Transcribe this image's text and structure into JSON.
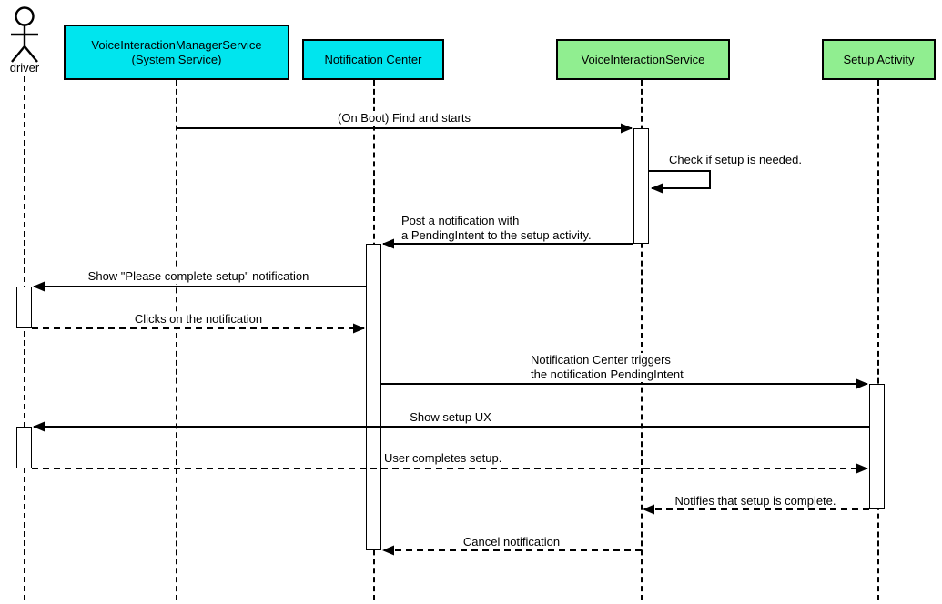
{
  "diagram_type": "uml-sequence-diagram",
  "actor": {
    "label": "driver"
  },
  "participants": [
    {
      "name": "VoiceInteractionManagerService (System Service)",
      "label": "VoiceInteractionManagerService\n(System Service)",
      "fill": "#00E5EE"
    },
    {
      "name": "Notification Center",
      "label": "Notification Center",
      "fill": "#00E5EE"
    },
    {
      "name": "VoiceInteractionService",
      "label": "VoiceInteractionService",
      "fill": "#90EE90"
    },
    {
      "name": "Setup Activity",
      "label": "Setup Activity",
      "fill": "#90EE90"
    }
  ],
  "messages": [
    {
      "label": "(On Boot) Find and starts",
      "from": "VoiceInteractionManagerService (System Service)",
      "to": "VoiceInteractionService",
      "style": "solid"
    },
    {
      "label": "Check if setup is needed.",
      "from": "VoiceInteractionService",
      "to": "VoiceInteractionService",
      "style": "solid-self"
    },
    {
      "label": "Post a notification with\na PendingIntent to the setup activity.",
      "from": "VoiceInteractionService",
      "to": "Notification Center",
      "style": "solid"
    },
    {
      "label": "Show \"Please complete setup\" notification",
      "from": "Notification Center",
      "to": "driver",
      "style": "solid"
    },
    {
      "label": "Clicks on the notification",
      "from": "driver",
      "to": "Notification Center",
      "style": "dashed"
    },
    {
      "label": "Notification Center triggers\nthe notification PendingIntent",
      "from": "Notification Center",
      "to": "Setup Activity",
      "style": "solid"
    },
    {
      "label": "Show setup UX",
      "from": "Setup Activity",
      "to": "driver",
      "style": "solid"
    },
    {
      "label": "User completes setup.",
      "from": "driver",
      "to": "Setup Activity",
      "style": "dashed"
    },
    {
      "label": "Notifies that setup is complete.",
      "from": "Setup Activity",
      "to": "VoiceInteractionService",
      "style": "dashed"
    },
    {
      "label": "Cancel notification",
      "from": "VoiceInteractionService",
      "to": "Notification Center",
      "style": "dashed"
    }
  ],
  "colors": {
    "cyan": "#00E5EE",
    "green": "#90EE90",
    "line": "#000000",
    "background": "#FFFFFF"
  }
}
